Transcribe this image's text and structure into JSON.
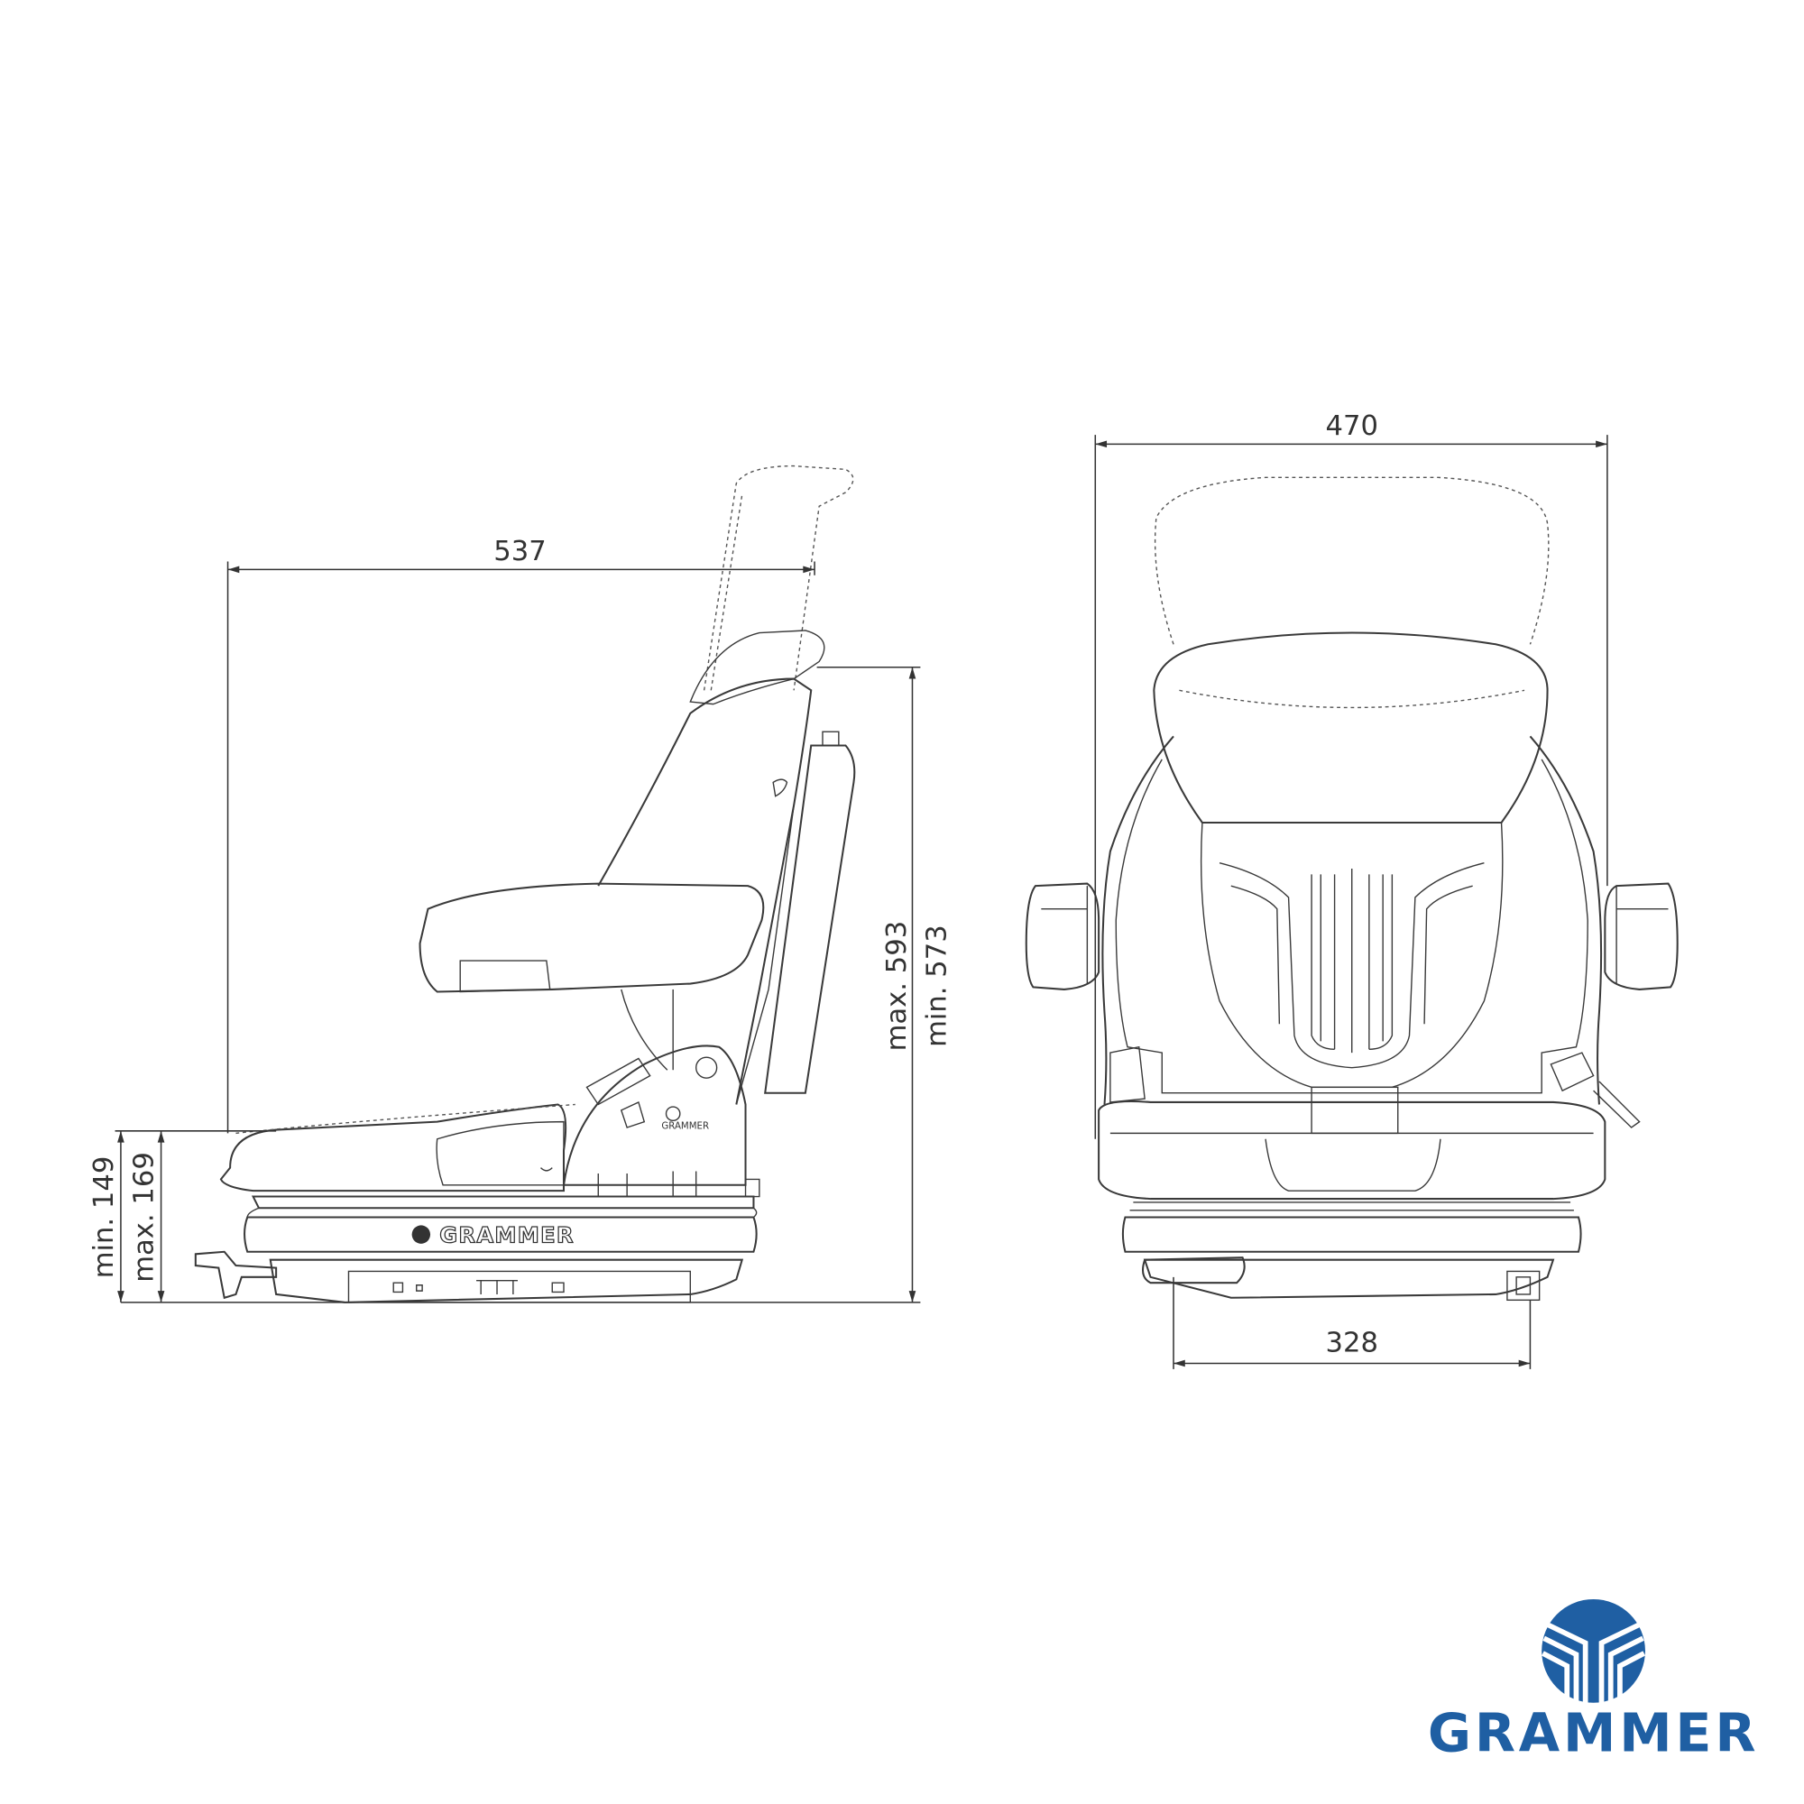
{
  "side_view": {
    "depth_label": "537",
    "height_max_label": "max. 593",
    "height_min_label": "min. 573",
    "suspension_min_label": "min. 149",
    "suspension_max_label": "max. 169",
    "base_brand": "GRAMMER"
  },
  "front_view": {
    "width_label": "470",
    "base_width_label": "328"
  },
  "logo": {
    "text": "GRAMMER",
    "color": "#1f5fa3"
  }
}
